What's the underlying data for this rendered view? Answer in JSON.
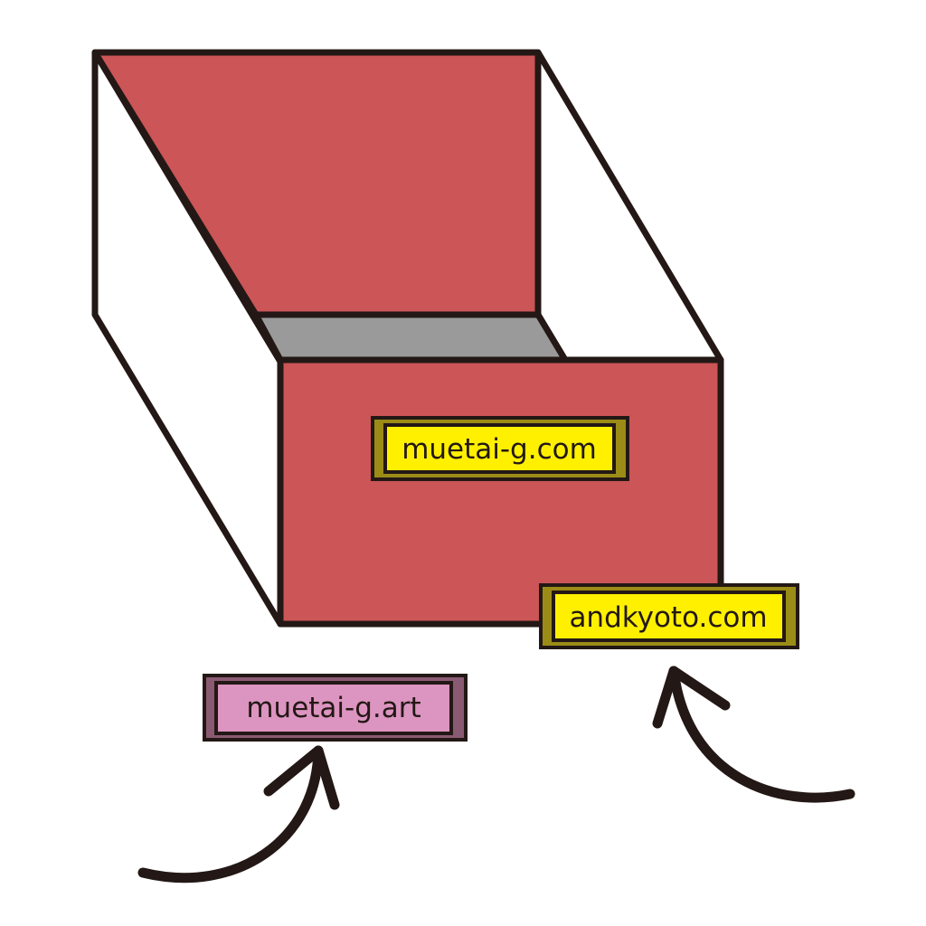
{
  "labels": {
    "front": "muetai-g.com",
    "corner": "andkyoto.com",
    "floor": "muetai-g.art"
  },
  "colors": {
    "box_red": "#cb5557",
    "floor_gray": "#9a9a9a",
    "outline": "#231815",
    "yellow": "#fff000",
    "olive": "#9b8c17",
    "pink": "#dc94c0",
    "mauve": "#8a5a72"
  }
}
